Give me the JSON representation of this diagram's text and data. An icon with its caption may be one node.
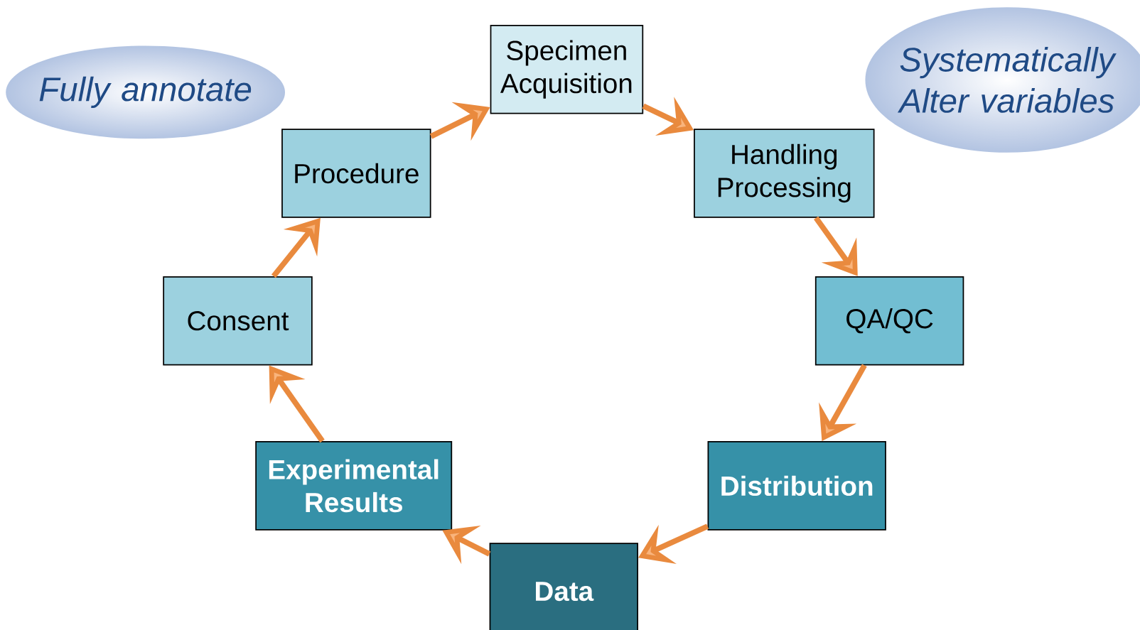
{
  "diagram": {
    "nodes": [
      {
        "text": [
          "Fully annotate"
        ]
      },
      {
        "text": [
          "Specimen Acquisition"
        ]
      },
      {
        "text": [
          "Systematically Alter variables"
        ]
      },
      {
        "text": [
          "Procedure"
        ]
      },
      {
        "text": [
          "Handling Processing"
        ]
      },
      {
        "text": [
          "Consent"
        ]
      },
      {
        "text": [
          "QA/QC"
        ]
      },
      {
        "text": [
          "Experimental Results"
        ]
      },
      {
        "text": [
          "Distribution"
        ]
      },
      {
        "text": [
          "Data"
        ]
      }
    ],
    "edges": [
      {
        "from": 3,
        "to": 1,
        "arrow": "to"
      },
      {
        "from": 1,
        "to": 4,
        "arrow": "to"
      },
      {
        "from": 4,
        "to": 6,
        "arrow": "to"
      },
      {
        "from": 6,
        "to": 8,
        "arrow": "to"
      },
      {
        "from": 8,
        "to": 9,
        "arrow": "to"
      },
      {
        "from": 9,
        "to": 7,
        "arrow": "to"
      },
      {
        "from": 7,
        "to": 5,
        "arrow": "to"
      },
      {
        "from": 5,
        "to": 3,
        "arrow": "to"
      }
    ]
  }
}
